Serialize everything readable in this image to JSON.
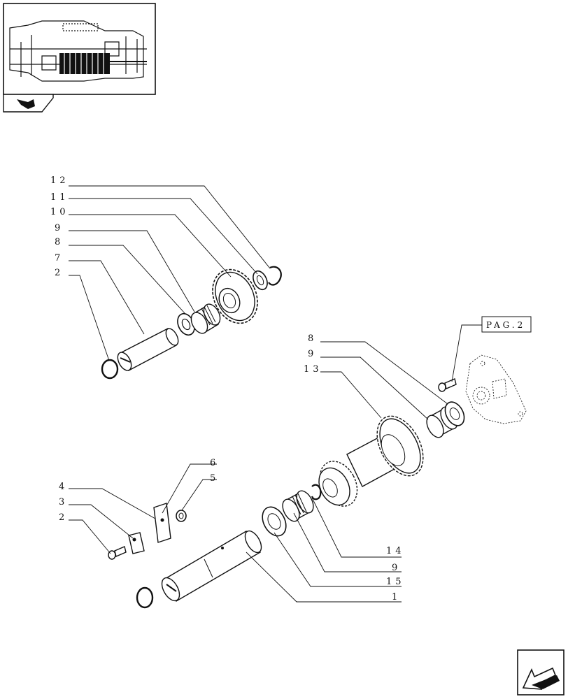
{
  "page_ref": "PAG.2",
  "callouts": {
    "c12": "12",
    "c11": "11",
    "c10": "10",
    "c9a": "9",
    "c8a": "8",
    "c7": "7",
    "c2a": "2",
    "c8b": "8",
    "c9b": "9",
    "c13": "13",
    "c6": "6",
    "c5": "5",
    "c4": "4",
    "c3": "3",
    "c2b": "2",
    "c14": "14",
    "c9c": "9",
    "c15": "15",
    "c1": "1"
  },
  "icons": {
    "thumbnail": "transmission-section-thumbnail",
    "thumbnail_tag": "book-arrow-icon",
    "nav": "next-page-arrow-icon"
  }
}
